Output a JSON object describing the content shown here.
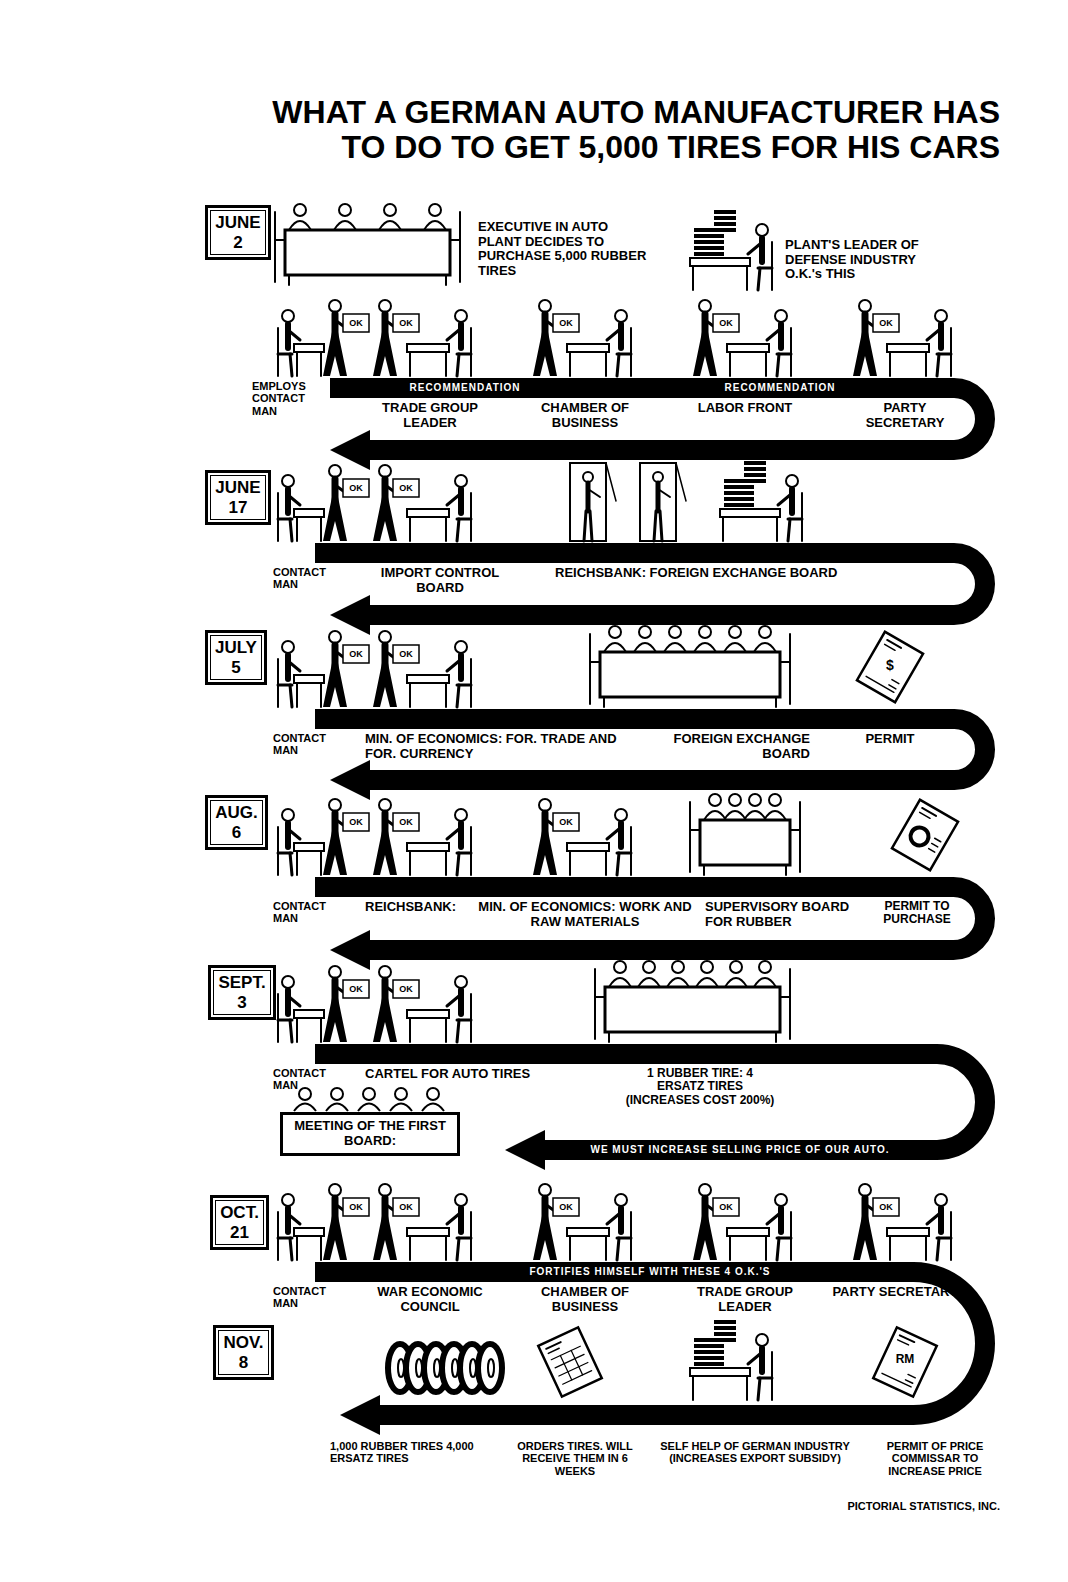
{
  "diagram": {
    "title": "WHAT A GERMAN AUTO MANUFACTURER HAS TO DO TO GET 5,000 TIRES FOR HIS CARS",
    "nodes": [
      {
        "text": [
          "JUNE",
          "2"
        ]
      },
      {
        "text": [
          "JUNE",
          "17"
        ]
      },
      {
        "text": [
          "JULY",
          "5"
        ]
      },
      {
        "text": [
          "AUG.",
          "6"
        ]
      },
      {
        "text": [
          "SEPT.",
          "3"
        ]
      },
      {
        "text": [
          "MEETING OF THE FIRST BOARD:"
        ]
      },
      {
        "text": [
          "OCT.",
          "21"
        ]
      },
      {
        "text": [
          "NOV.",
          "8"
        ]
      }
    ],
    "labels": [
      "EXECUTIVE IN AUTO PLANT DECIDES TO PURCHASE 5,000 RUBBER TIRES",
      "PLANT'S LEADER OF DEFENSE INDUSTRY O.K.'s THIS",
      "OK",
      "OK",
      "OK",
      "OK",
      "OK",
      "RECOMMENDATION",
      "RECOMMENDATION",
      "EMPLOYS CONTACT MAN",
      "TRADE GROUP LEADER",
      "CHAMBER OF BUSINESS",
      "LABOR FRONT",
      "PARTY SECRETARY",
      "OK",
      "OK",
      "CONTACT MAN",
      "IMPORT CONTROL BOARD",
      "REICHSBANK: FOREIGN EXCHANGE BOARD",
      "OK",
      "OK",
      "$",
      "CONTACT MAN",
      "MIN. OF ECONOMICS: FOR. TRADE AND FOR. CURRENCY",
      "FOREIGN EXCHANGE BOARD",
      "PERMIT",
      "OK",
      "OK",
      "OK",
      "CONTACT MAN",
      "REICHSBANK:",
      "MIN. OF ECONOMICS: WORK AND RAW MATERIALS",
      "SUPERVISORY BOARD FOR RUBBER",
      "PERMIT TO PURCHASE",
      "OK",
      "OK",
      "CONTACT MAN",
      "CARTEL FOR AUTO TIRES",
      "1 RUBBER TIRE: 4 ERSATZ TIRES (INCREASES COST 200%)",
      "WE MUST INCREASE SELLING PRICE OF OUR AUTO.",
      "OK",
      "OK",
      "OK",
      "OK",
      "OK",
      "FORTIFIES HIMSELF WITH THESE 4 O.K.'S",
      "CONTACT MAN",
      "WAR ECONOMIC COUNCIL",
      "CHAMBER OF BUSINESS",
      "TRADE GROUP LEADER",
      "PARTY SECRETARY",
      "RM",
      "1,000 RUBBER TIRES 4,000 ERSATZ TIRES",
      "ORDERS TIRES. WILL RECEIVE THEM IN 6 WEEKS",
      "SELF HELP OF GERMAN INDUSTRY (INCREASES EXPORT SUBSIDY)",
      "PERMIT OF PRICE COMMISSAR TO INCREASE PRICE",
      "PICTORIAL STATISTICS, INC."
    ]
  }
}
